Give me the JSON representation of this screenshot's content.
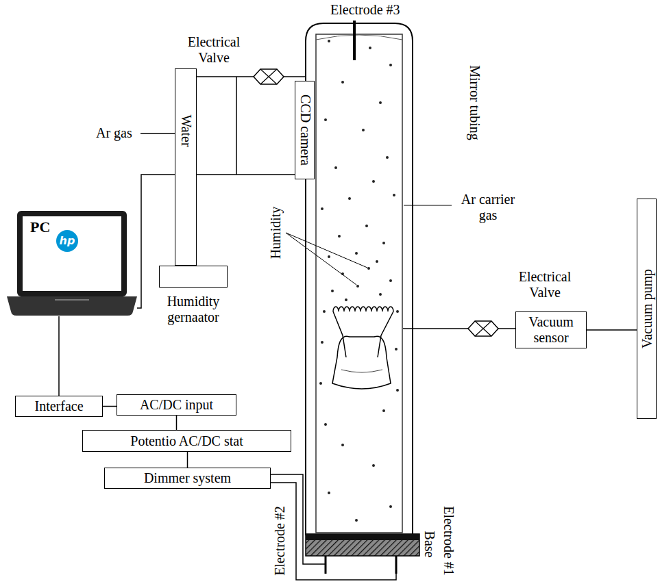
{
  "diagram": {
    "nodes": [
      {
        "text": [
          "CCD camera"
        ]
      },
      {
        "text": [
          "Water"
        ]
      },
      {
        "text": [
          "Humidity gernaator"
        ]
      },
      {
        "text": [
          "PC"
        ]
      },
      {
        "text": [
          "Vacuum sensor"
        ]
      },
      {
        "text": [
          "Vacuum pump"
        ]
      },
      {
        "text": [
          "Interface"
        ]
      },
      {
        "text": [
          "AC/DC input"
        ]
      },
      {
        "text": [
          "Potentio AC/DC stat"
        ]
      },
      {
        "text": [
          "Dimmer system"
        ]
      }
    ],
    "edges": [
      {
        "from": 3,
        "to": 0,
        "arrow": "none"
      },
      {
        "from": 3,
        "to": 6,
        "arrow": "none"
      },
      {
        "from": 6,
        "to": 7,
        "arrow": "none"
      },
      {
        "from": 7,
        "to": 8,
        "arrow": "none"
      },
      {
        "from": 8,
        "to": 9,
        "arrow": "none"
      },
      {
        "from": 4,
        "to": 5,
        "arrow": "none"
      }
    ],
    "labels": [
      "Electrode #3",
      "Electrical Valve",
      "Mirror tubing",
      "Ar gas",
      "Ar carrier gas",
      "Humidity",
      "hp",
      "Electrical Valve",
      "Base",
      "Electrode #1",
      "Electrode #2"
    ]
  }
}
